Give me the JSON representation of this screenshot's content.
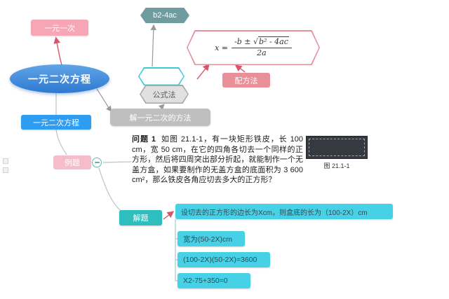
{
  "nodes": {
    "linear": {
      "label": "一元一次"
    },
    "discriminant": {
      "label": "b2-4ac"
    },
    "formula": {
      "lhs": "x =",
      "num_prefix": "-b ± ",
      "sqrt": "√",
      "radicand": "b² - 4ac",
      "den": "2a"
    },
    "peifangfa": {
      "label": "配方法"
    },
    "main": {
      "label": "一元二次方程"
    },
    "gongshifa": {
      "label": "公式法"
    },
    "sub": {
      "label": "一元二次方程"
    },
    "methods": {
      "label": "解一元二次的方法"
    },
    "example": {
      "label": "例题"
    },
    "jieti": {
      "label": "解题"
    }
  },
  "problem": {
    "label": "问题 1",
    "text": "如图 21.1-1，有一块矩形铁皮，长 100 cm，宽 50 cm，在它的四角各切去一个同样的正方形，然后将四周突出部分折起，就能制作一个无盖方盒，如果要制作的无盖方盒的底面积为 3 600 cm²，那么铁皮各角应切去多大的正方形？",
    "figure_caption": "图 21.1-1"
  },
  "steps": [
    "设切去的正方形的边长为Xcm，则盒底的长为（100-2X）cm",
    "宽为(50-2X)cm",
    "(100-2X)(50-2X)=3600",
    "X2-75+350=0"
  ],
  "colors": {
    "pink_node": "#F7A6B6",
    "pink_label": "#E98F98",
    "pink_example": "#F5BCC9",
    "blue_gradient_top": "#60A5E8",
    "blue_gradient_bottom": "#2E79D2",
    "blue_sub": "#2D9CF1",
    "teal_badge": "#6E9C9F",
    "teal_node": "#2CBFBD",
    "gray_node": "#BFBFBF",
    "gray_hex_fill": "#E0E0E0",
    "cyan_step": "#47D1E7",
    "cyan_hex_border": "#3CC9DA",
    "formula_border": "#E58F9E",
    "arrow_pink": "#D8566B",
    "arrow_gray": "#999999"
  }
}
